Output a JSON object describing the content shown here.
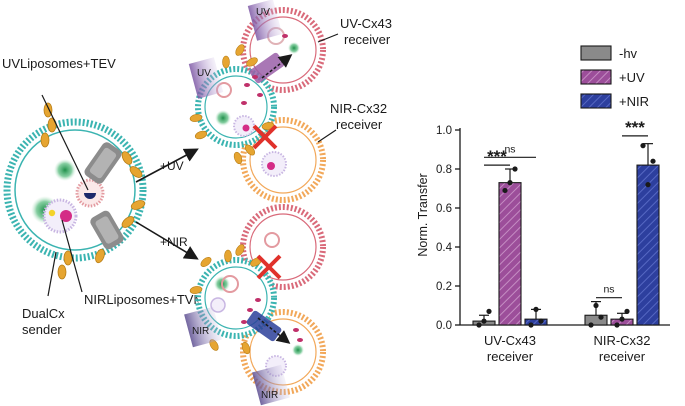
{
  "diagram": {
    "sender_labels": {
      "line1": "DualCx",
      "line2": "sender"
    },
    "uv_liposome_label": "UVLiposomes+TEV",
    "nir_liposome_label": "NIRLiposomes+TVMV",
    "uv_receiver_label": {
      "line1": "UV-Cx43",
      "line2": "receiver"
    },
    "nir_receiver_label": {
      "line1": "NIR-Cx32",
      "line2": "receiver"
    },
    "arrow_uv_label": "+UV",
    "arrow_nir_label": "+NIR",
    "uv_box_labels": [
      "UV",
      "UV"
    ],
    "nir_box_labels": [
      "NIR",
      "NIR"
    ],
    "colors": {
      "sender_membrane": "#3bb4b1",
      "uv_receiver_membrane": "#d96a7a",
      "nir_receiver_membrane": "#f2a85a",
      "connexin": "#e6a531",
      "uv_purple": "#9a5fa8",
      "nir_blue": "#2c3f9a",
      "green_dye": "#2e9e57",
      "cross_red": "#e0312b"
    }
  },
  "legend": {
    "items": [
      {
        "label": "-hv",
        "color": "#8a8a8a",
        "hatch": false
      },
      {
        "label": "+UV",
        "color": "#9c4e9a",
        "hatch": true
      },
      {
        "label": "+NIR",
        "color": "#2d3f9e",
        "hatch": true
      }
    ]
  },
  "chart_data": {
    "type": "bar",
    "ylabel": "Norm. Transfer",
    "ylim": [
      0,
      1.0
    ],
    "yticks": [
      "0.0",
      "0.2",
      "0.4",
      "0.6",
      "0.8",
      "1.0"
    ],
    "categories": [
      {
        "line1": "UV-Cx43",
        "line2": "receiver"
      },
      {
        "line1": "NIR-Cx32",
        "line2": "receiver"
      }
    ],
    "series": [
      {
        "name": "-hv",
        "color": "#8a8a8a",
        "values": [
          0.02,
          0.05
        ],
        "err": [
          0.03,
          0.07
        ],
        "points": [
          [
            0.0,
            0.02,
            0.07
          ],
          [
            0.0,
            0.1,
            0.04
          ]
        ]
      },
      {
        "name": "+UV",
        "color": "#9c4e9a",
        "values": [
          0.73,
          0.03
        ],
        "err": [
          0.07,
          0.03
        ],
        "points": [
          [
            0.69,
            0.73,
            0.8
          ],
          [
            0.0,
            0.03,
            0.07
          ]
        ]
      },
      {
        "name": "+NIR",
        "color": "#2d3f9e",
        "values": [
          0.03,
          0.82
        ],
        "err": [
          0.05,
          0.11
        ],
        "points": [
          [
            0.0,
            0.08,
            0.02
          ],
          [
            0.92,
            0.72,
            0.84
          ]
        ]
      }
    ],
    "significance": [
      {
        "label": "ns",
        "group": 0,
        "from": 0,
        "to": 2,
        "y": 0.86
      },
      {
        "label": "***",
        "group": 0,
        "from": 0,
        "to": 1,
        "y": 0.82
      },
      {
        "label": "ns",
        "group": 1,
        "from": 0,
        "to": 1,
        "y": 0.14
      },
      {
        "label": "***",
        "group": 1,
        "from": 1,
        "to": 2,
        "y": 0.97
      }
    ]
  }
}
